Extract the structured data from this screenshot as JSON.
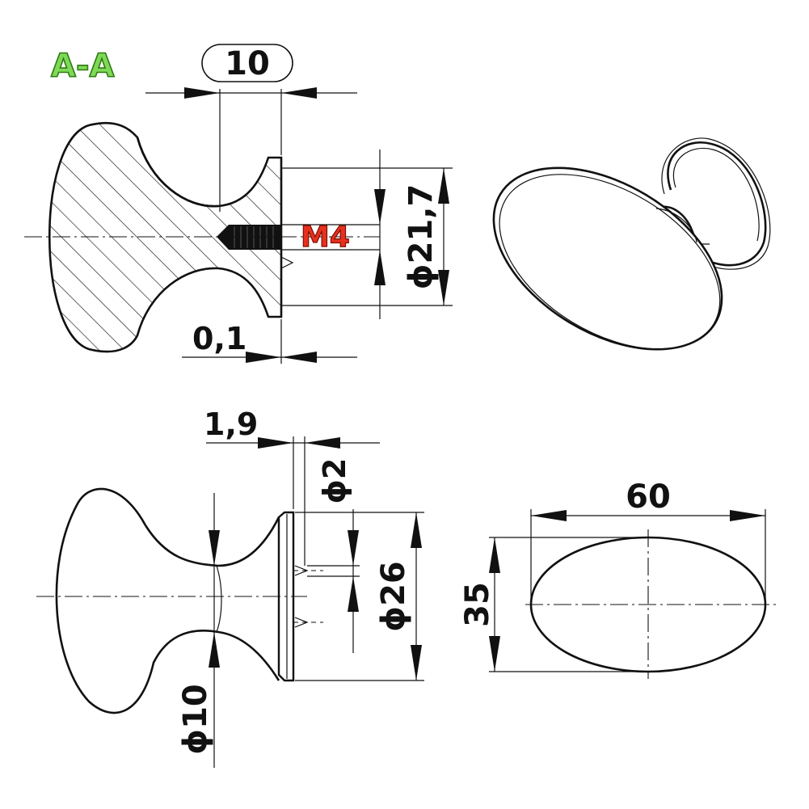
{
  "section_label": "A-A",
  "thread_label": "M4",
  "colors": {
    "section_label": "#7ed957",
    "thread_label": "#e8301e",
    "line": "#111111",
    "background": "#ffffff"
  },
  "dimensions": {
    "section_depth": "10",
    "section_gap": "0,1",
    "section_diameter": "ϕ21,7",
    "side_offset": "1,9",
    "pin_diameter": "ϕ2",
    "base_diameter": "ϕ26",
    "neck_diameter": "ϕ10",
    "head_length": "60",
    "head_width": "35"
  }
}
